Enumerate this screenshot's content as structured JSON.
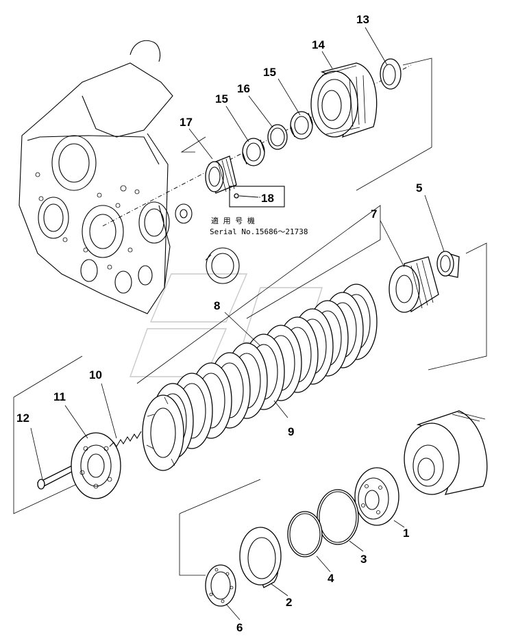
{
  "diagram": {
    "part_numbers": [
      "1",
      "2",
      "3",
      "4",
      "5",
      "6",
      "7",
      "8",
      "9",
      "10",
      "11",
      "12",
      "13",
      "14",
      "15",
      "15",
      "16",
      "17",
      "18"
    ],
    "applicability_note": {
      "line1": "適 用 号 機",
      "line2": "Serial No.15686～21738"
    }
  }
}
